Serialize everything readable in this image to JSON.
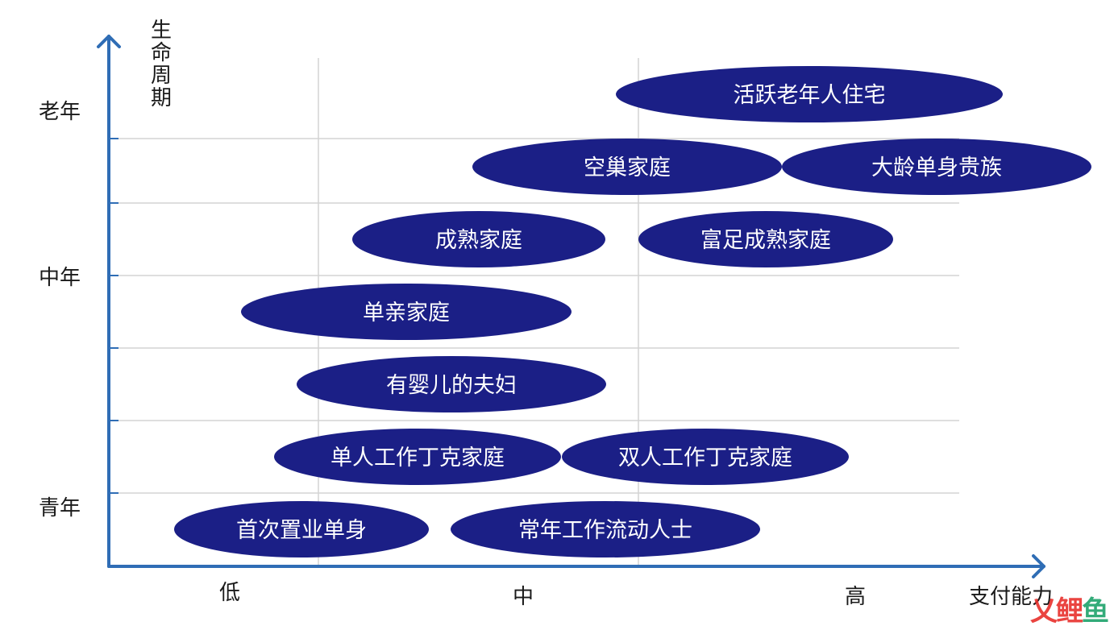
{
  "diagram": {
    "y_axis_title": "生命周期",
    "x_axis_title": "支付能力",
    "y_levels": [
      {
        "label": "老年"
      },
      {
        "label": "中年"
      },
      {
        "label": "青年"
      }
    ],
    "x_levels": [
      {
        "label": "低"
      },
      {
        "label": "中"
      },
      {
        "label": "高"
      }
    ],
    "segments": [
      {
        "label": "活跃老年人住宅"
      },
      {
        "label": "空巢家庭"
      },
      {
        "label": "大龄单身贵族"
      },
      {
        "label": "成熟家庭"
      },
      {
        "label": "富足成熟家庭"
      },
      {
        "label": "单亲家庭"
      },
      {
        "label": "有婴儿的夫妇"
      },
      {
        "label": "单人工作丁克家庭"
      },
      {
        "label": "双人工作丁克家庭"
      },
      {
        "label": "首次置业单身"
      },
      {
        "label": "常年工作流动人士"
      }
    ],
    "colors": {
      "axis": "#2f6db5",
      "segment_fill": "#1b1f86",
      "segment_text": "#ffffff",
      "grid": "#d4d4d4"
    }
  },
  "watermark": {
    "text_a": "乂",
    "text_b": "鲤",
    "text_c": "鱼"
  }
}
